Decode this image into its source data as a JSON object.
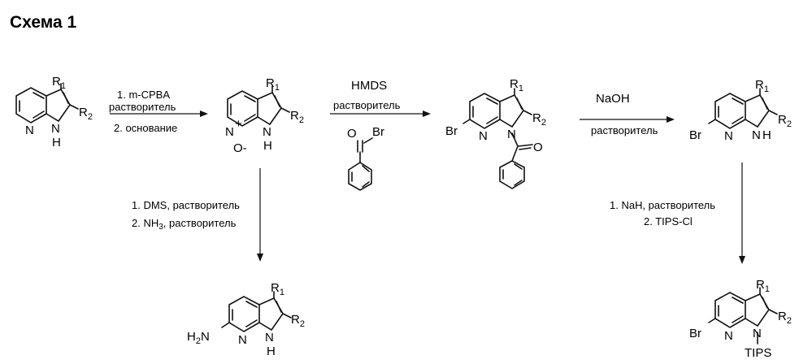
{
  "title": "Схема 1",
  "atoms": {
    "N": "N",
    "NH_N": "N",
    "NH_H": "H",
    "R": "R",
    "sub1": "1",
    "sub2": "2",
    "Br": "Br",
    "O": "O",
    "O_minus": "O-",
    "plus": "+",
    "H2N_H": "H",
    "H2N_2": "2",
    "H2N_N": "N",
    "TIPS": "TIPS"
  },
  "steps": {
    "step1_line1": "1. m-CPBA",
    "step1_line2": "растворитель",
    "step1_line3": "2.  основание",
    "step2_line1": "HMDS",
    "step2_line2": "растворитель",
    "step3_line1": "NaOH",
    "step3_line2": "растворитель",
    "step4_line1": "1. DMS, растворитель",
    "step4_line2": "2. NH",
    "step4_line2_sub": "3",
    "step4_line2_end": ", растворитель",
    "step5_line1": "1. NaH, растворитель",
    "step5_line2": "2. TIPS-Cl"
  }
}
